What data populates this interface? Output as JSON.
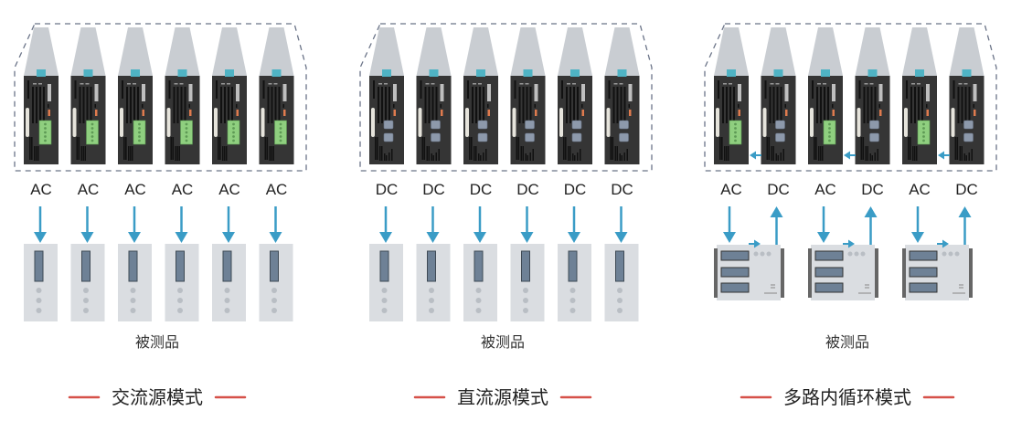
{
  "colors": {
    "arrow": "#3a9cc6",
    "module_body": "#353535",
    "module_top": "#c9cdd2",
    "nub": "#4fb3c4",
    "green_terminal": "#8fcf7f",
    "dut": "#dadde1",
    "accent_red": "#d0332a",
    "dashed": "#6b7488"
  },
  "panels": [
    {
      "title": "交流源模式",
      "dut_label": "被测品",
      "mode": "ac-source",
      "modules": [
        "AC",
        "AC",
        "AC",
        "AC",
        "AC",
        "AC"
      ]
    },
    {
      "title": "直流源模式",
      "dut_label": "被测品",
      "mode": "dc-source",
      "modules": [
        "DC",
        "DC",
        "DC",
        "DC",
        "DC",
        "DC"
      ]
    },
    {
      "title": "多路内循环模式",
      "dut_label": "被测品",
      "mode": "regenerative-loop",
      "modules": [
        "AC",
        "DC",
        "AC",
        "DC",
        "AC",
        "DC"
      ]
    }
  ]
}
